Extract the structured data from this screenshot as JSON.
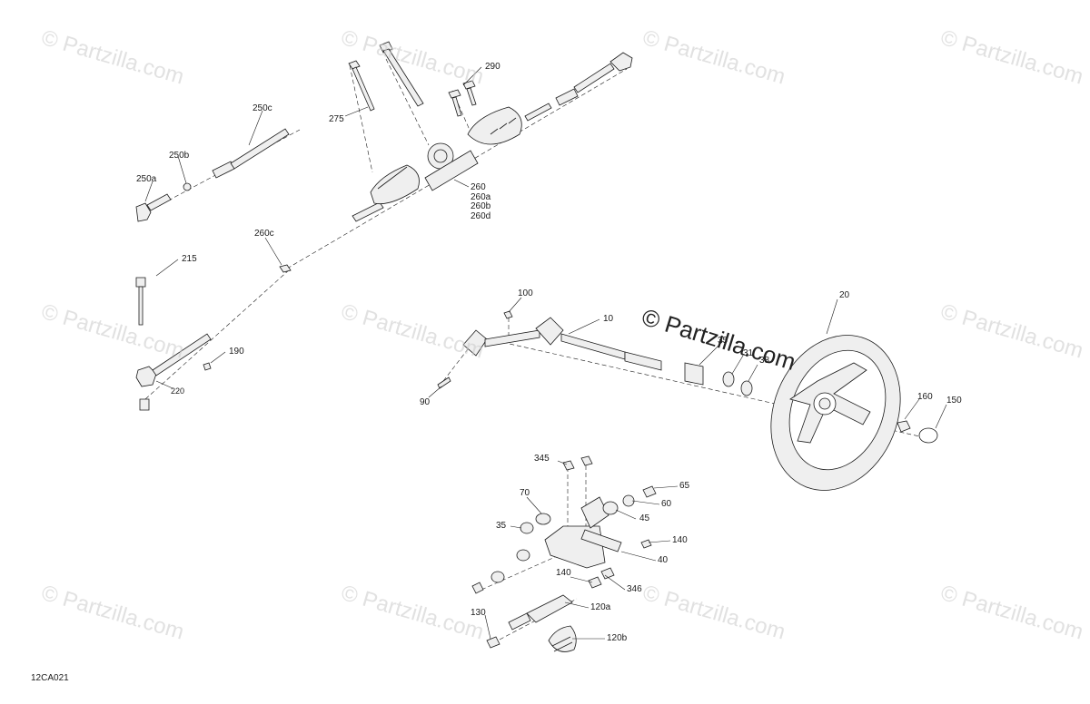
{
  "watermark": "© Partzilla.com",
  "center_watermark": "© Partzilla.com",
  "reference_code": "12CA021",
  "labels": {
    "p290": "290",
    "p275": "275",
    "p250c": "250c",
    "p250b": "250b",
    "p250a": "250a",
    "p260": "260",
    "p260a": "260a",
    "p260b": "260b",
    "p260d": "260d",
    "p260c": "260c",
    "p215": "215",
    "p190": "190",
    "p220": "220",
    "p100": "100",
    "p10": "10",
    "p90": "90",
    "p35a": "35",
    "p31": "31",
    "p38": "38",
    "p20": "20",
    "p160": "160",
    "p150": "150",
    "p345": "345",
    "p65": "65",
    "p70": "70",
    "p60": "60",
    "p35b": "35",
    "p45": "45",
    "p140a": "140",
    "p40": "40",
    "p140b": "140",
    "p346": "346",
    "p120a": "120a",
    "p130": "130",
    "p120b": "120b"
  },
  "colors": {
    "line": "#1a1a1a",
    "part_fill": "#efefef",
    "watermark": "#c9c9c9"
  }
}
